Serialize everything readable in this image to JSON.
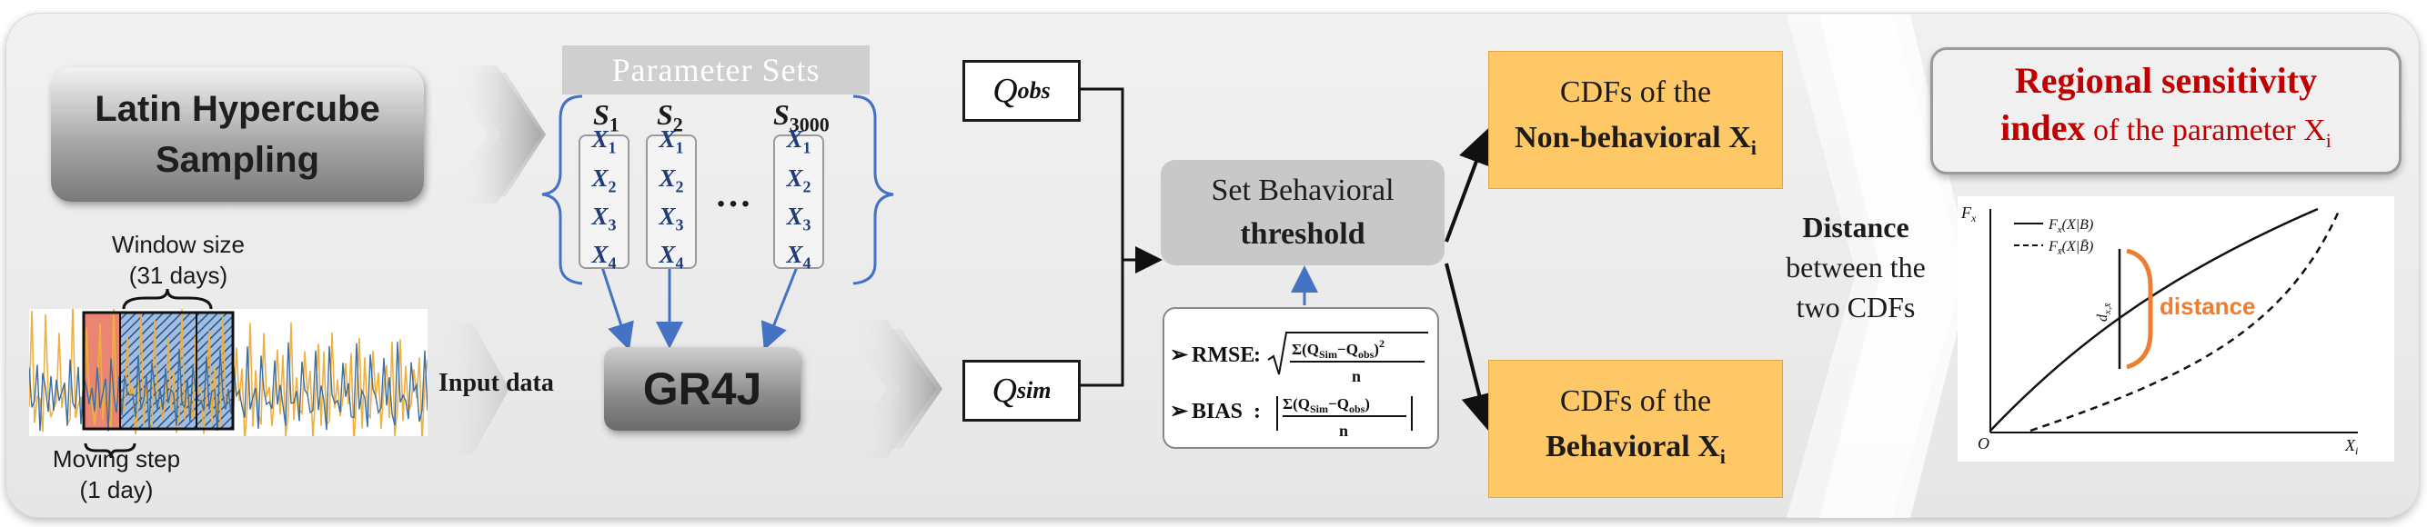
{
  "lhs": {
    "line1": "Latin Hypercube",
    "line2": "Sampling"
  },
  "parameter_sets": {
    "title": "Parameter Sets",
    "sets": [
      {
        "label": "S",
        "sub": "1"
      },
      {
        "label": "S",
        "sub": "2"
      },
      {
        "label": "S",
        "sub": "3000"
      }
    ],
    "ellipsis": "…",
    "params": [
      {
        "label": "X",
        "sub": "1"
      },
      {
        "label": "X",
        "sub": "2"
      },
      {
        "label": "X",
        "sub": "3"
      },
      {
        "label": "X",
        "sub": "4"
      }
    ]
  },
  "window": {
    "size_line1": "Window size",
    "size_line2": "(31 days)",
    "step_line1": "Moving step",
    "step_line2": "(1 day)"
  },
  "input_data": "Input data",
  "model": "GR4J",
  "q_obs": {
    "label": "Q",
    "sub": "obs"
  },
  "q_sim": {
    "label": "Q",
    "sub": "sim"
  },
  "threshold": {
    "line1": "Set Behavioral",
    "line2": "threshold"
  },
  "metrics": {
    "rmse_label": "RMSE",
    "rmse_numerator": "Σ(Q",
    "rmse_n": "n",
    "bias_label": "BIAS",
    "bias_n": "n",
    "sim": "Sim",
    "obs": "obs",
    "minus": "−Q",
    "close": ")",
    "square": "2",
    "colon": ":"
  },
  "cdf_nonbehavioral": {
    "line1": "CDFs of the",
    "line2": "Non-behavioral X",
    "sub": "i"
  },
  "cdf_behavioral": {
    "line1": "CDFs of the",
    "line2": "Behavioral X",
    "sub": "i"
  },
  "distance_text": {
    "line1": "Distance",
    "line2": "between the",
    "line3": "two CDFs"
  },
  "rsi": {
    "line1": "Regional sensitivity",
    "line2_bold": "index",
    "line2_rest": "of the parameter X",
    "sub": "i"
  },
  "cdf_chart": {
    "y_axis": "F",
    "y_axis_sub": "x",
    "x_axis": "X",
    "x_axis_sub": "i",
    "origin": "O",
    "legend1": "F",
    "legend1_sub": "x",
    "legend1_rest": "(X|B)",
    "legend2": "F",
    "legend2_sub": "x̄",
    "legend2_rest": "(X|B̄)",
    "d_label": "d",
    "d_sub": "x,x̄",
    "distance_label": "distance",
    "colors": {
      "distance": "#ed7d31",
      "curve": "#1a1a1a"
    }
  },
  "colors": {
    "arrow_blue": "#4472c4",
    "cdf_fill": "#ffc866",
    "rsi_text": "#c00000",
    "series_orange": "#f0b040",
    "series_blue": "#3a6ea5",
    "window_red": "#e8705a",
    "window_blue": "#7fa8d8"
  }
}
